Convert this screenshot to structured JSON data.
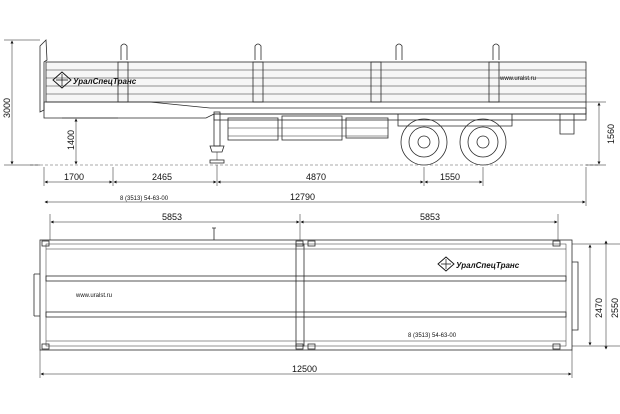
{
  "brand": {
    "name": "УралСпецТранс",
    "website": "www.uralst.ru",
    "phone": "8 (3513) 54-63-00"
  },
  "side_view": {
    "dim_height_total": "3000",
    "dim_height_frame": "1400",
    "dim_height_rear": "1560",
    "dim_segments": [
      "1700",
      "2465",
      "4870",
      "1550"
    ],
    "dim_overall": "12790"
  },
  "top_view": {
    "dim_half_left": "5853",
    "dim_half_right": "5853",
    "dim_inner_width": "2470",
    "dim_outer_width": "2550",
    "dim_length": "12500"
  }
}
